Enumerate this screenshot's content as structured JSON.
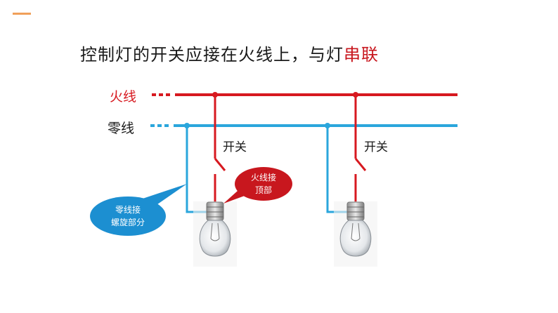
{
  "title": {
    "prefix": "控制灯的开关应接在火线上，与灯",
    "highlight": "串联"
  },
  "wires": {
    "live_label": "火线",
    "neutral_label": "零线"
  },
  "switches": [
    {
      "label": "开关"
    },
    {
      "label": "开关"
    }
  ],
  "callouts": {
    "live": {
      "line1": "火线接",
      "line2": "顶部"
    },
    "neutral": {
      "line1": "零线接",
      "line2": "螺旋部分"
    }
  },
  "colors": {
    "live": "#d71920",
    "neutral": "#2aa6dc",
    "callout_red": "#c8171e",
    "callout_blue": "#1c8fd1",
    "accent": "#f0a05a"
  }
}
